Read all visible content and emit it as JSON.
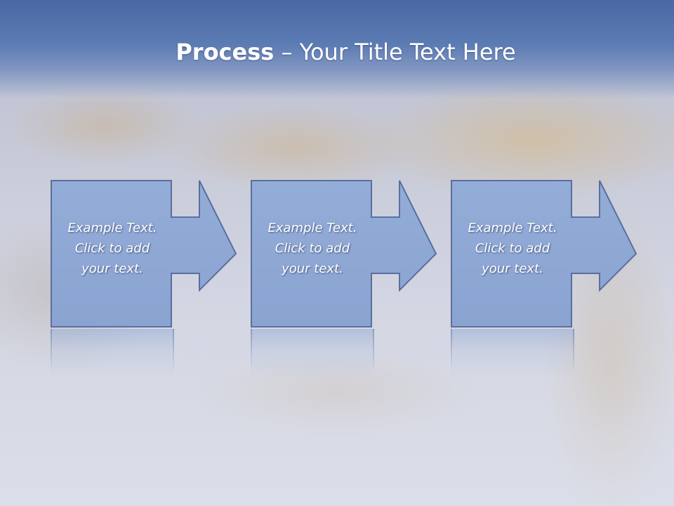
{
  "slide": {
    "title_bold": "Process",
    "title_rest": " – Your Title Text Here"
  },
  "steps": [
    {
      "line1": "Example Text.",
      "line2": "Click  to add",
      "line3": "your text."
    },
    {
      "line1": "Example Text.",
      "line2": "Click  to add",
      "line3": "your text."
    },
    {
      "line1": "Example Text.",
      "line2": "Click  to add",
      "line3": "your text."
    }
  ],
  "colors": {
    "header": "#4a68a3",
    "shape_fill": "#8ea9d6",
    "shape_border": "#5a6f9e",
    "text": "#ffffff"
  }
}
